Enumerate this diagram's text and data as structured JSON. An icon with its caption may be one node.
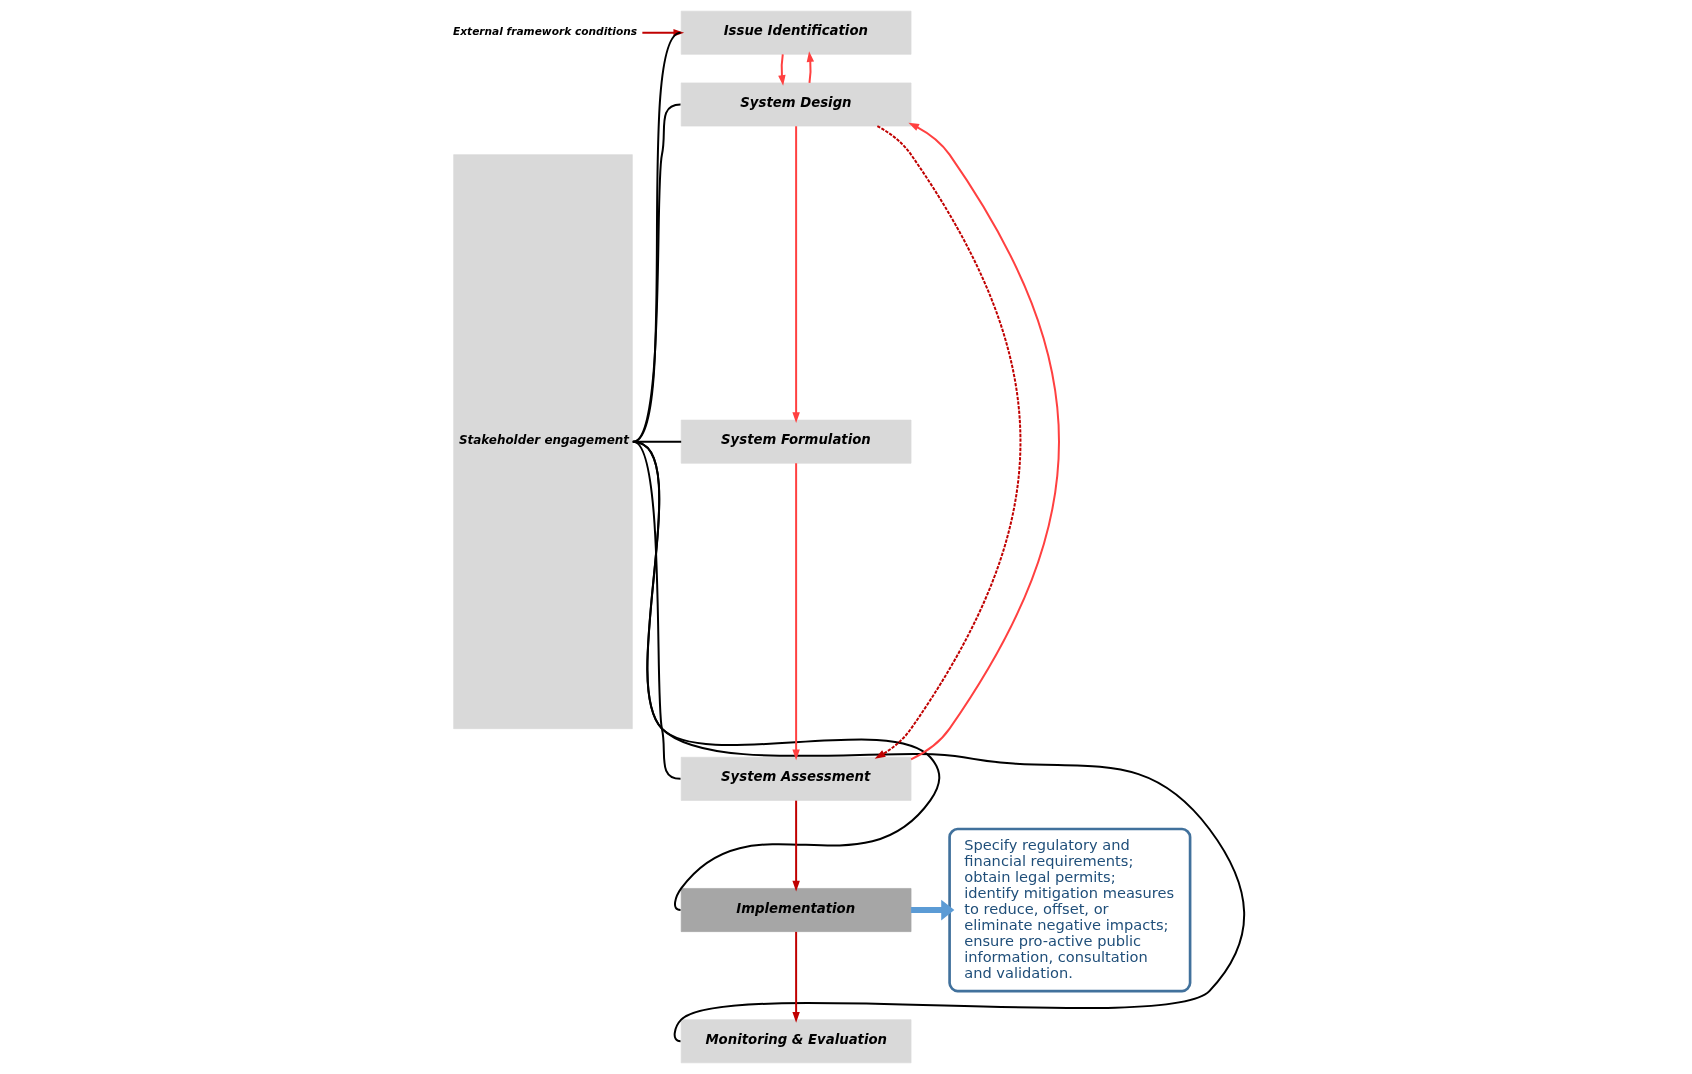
{
  "diagram": {
    "nodes": [
      {
        "text": [
          "External framework conditions"
        ]
      },
      {
        "text": [
          "Stakeholder engagement"
        ]
      },
      {
        "text": [
          "Issue Identification"
        ]
      },
      {
        "text": [
          "System Design"
        ]
      },
      {
        "text": [
          "System Formulation"
        ]
      },
      {
        "text": [
          "System Assessment"
        ]
      },
      {
        "text": [
          "Implementation"
        ]
      },
      {
        "text": [
          "Monitoring & Evaluation"
        ]
      },
      {
        "text": [
          "Specify regulatory and financial requirements;",
          "obtain legal permits;",
          "identify mitigation measures to reduce, offset, or eliminate negative impacts;",
          "ensure pro-active public information, consultation and validation."
        ]
      }
    ],
    "edges": [
      {
        "from": 0,
        "to": 2,
        "arrow": "to",
        "color": "#c00000"
      },
      {
        "from": 1,
        "to": 2,
        "arrow": "none",
        "color": "#000000"
      },
      {
        "from": 1,
        "to": 3,
        "arrow": "none",
        "color": "#000000"
      },
      {
        "from": 1,
        "to": 4,
        "arrow": "none",
        "color": "#000000"
      },
      {
        "from": 1,
        "to": 5,
        "arrow": "none",
        "color": "#000000"
      },
      {
        "from": 1,
        "to": 6,
        "arrow": "none",
        "color": "#000000"
      },
      {
        "from": 1,
        "to": 7,
        "arrow": "none",
        "color": "#000000"
      },
      {
        "from": 2,
        "to": 3,
        "arrow": "to",
        "color": "#ff4040"
      },
      {
        "from": 3,
        "to": 2,
        "arrow": "to",
        "color": "#ff4040"
      },
      {
        "from": 3,
        "to": 4,
        "arrow": "to",
        "color": "#ff4040"
      },
      {
        "from": 4,
        "to": 5,
        "arrow": "to",
        "color": "#ff4040"
      },
      {
        "from": 5,
        "to": 3,
        "arrow": "to",
        "color": "#ff4040"
      },
      {
        "from": 3,
        "to": 5,
        "arrow": "to",
        "style": "dashed",
        "color": "#c00000"
      },
      {
        "from": 5,
        "to": 6,
        "arrow": "to",
        "color": "#c00000"
      },
      {
        "from": 6,
        "to": 7,
        "arrow": "to",
        "color": "#c00000"
      },
      {
        "from": 6,
        "to": 8,
        "arrow": "to",
        "style": "thick",
        "color": "#5b9bd5"
      }
    ]
  }
}
